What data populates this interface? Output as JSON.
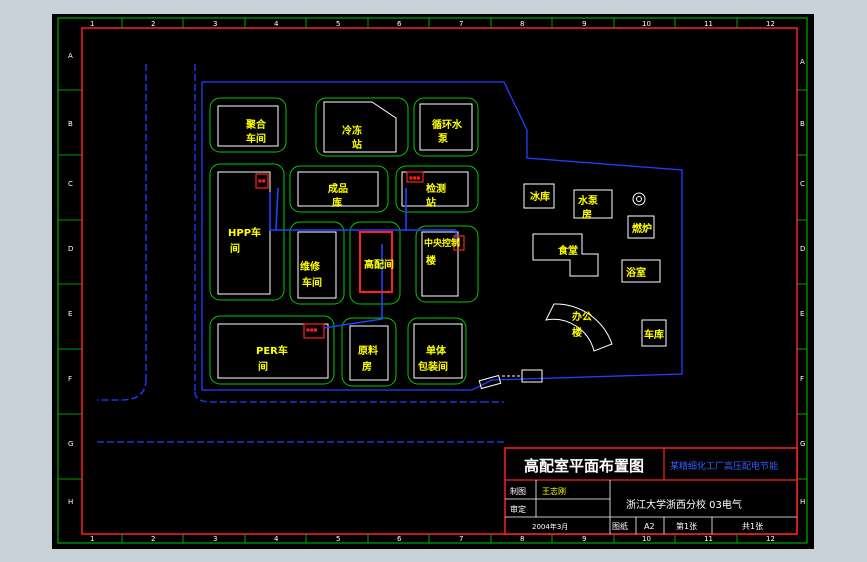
{
  "drawing": {
    "title": "高配室平面布置图",
    "project": "某精细化工厂高压配电节能",
    "school": "浙江大学浙西分校 03电气",
    "labels": {
      "drawn": "制图",
      "checked": "审定",
      "drawing_no": "图纸",
      "sheet": "第1张",
      "total": "共1张"
    },
    "drawn_by": "王志刚",
    "date": "2004年3月",
    "size": "A2"
  },
  "border": {
    "col_numbers": [
      "1",
      "2",
      "3",
      "4",
      "5",
      "6",
      "7",
      "8",
      "9",
      "10",
      "11",
      "12"
    ],
    "row_letters": [
      "A",
      "B",
      "C",
      "D",
      "E",
      "F",
      "G",
      "H"
    ]
  },
  "buildings": {
    "juhe": [
      "聚合",
      "车间"
    ],
    "lengdong": [
      "冷冻",
      "站"
    ],
    "xunhuan": [
      "循环水",
      "泵"
    ],
    "chengpin": [
      "成品",
      "库"
    ],
    "jiance": [
      "检测",
      "站"
    ],
    "hpp": [
      "HPP车",
      "间"
    ],
    "weixiu": [
      "维修",
      "车间"
    ],
    "gaopei": "高配间",
    "zhongyang": [
      "中央控制",
      "楼"
    ],
    "per": [
      "PER车",
      "间"
    ],
    "yuanliao": [
      "原料",
      "房"
    ],
    "danti": [
      "单体",
      "包装间"
    ],
    "bingku": "冰库",
    "shuibeng": [
      "水泵",
      "房"
    ],
    "ranlu": "燃炉",
    "shitang": "食堂",
    "yushi": "浴室",
    "bangong": [
      "办公",
      "楼"
    ],
    "cheku": "车库"
  },
  "colors": {
    "frame": "#ff2020",
    "roads": "#00cc00",
    "cables": "#2040ff",
    "labels": "#ffff00",
    "outline": "#ffffff"
  }
}
